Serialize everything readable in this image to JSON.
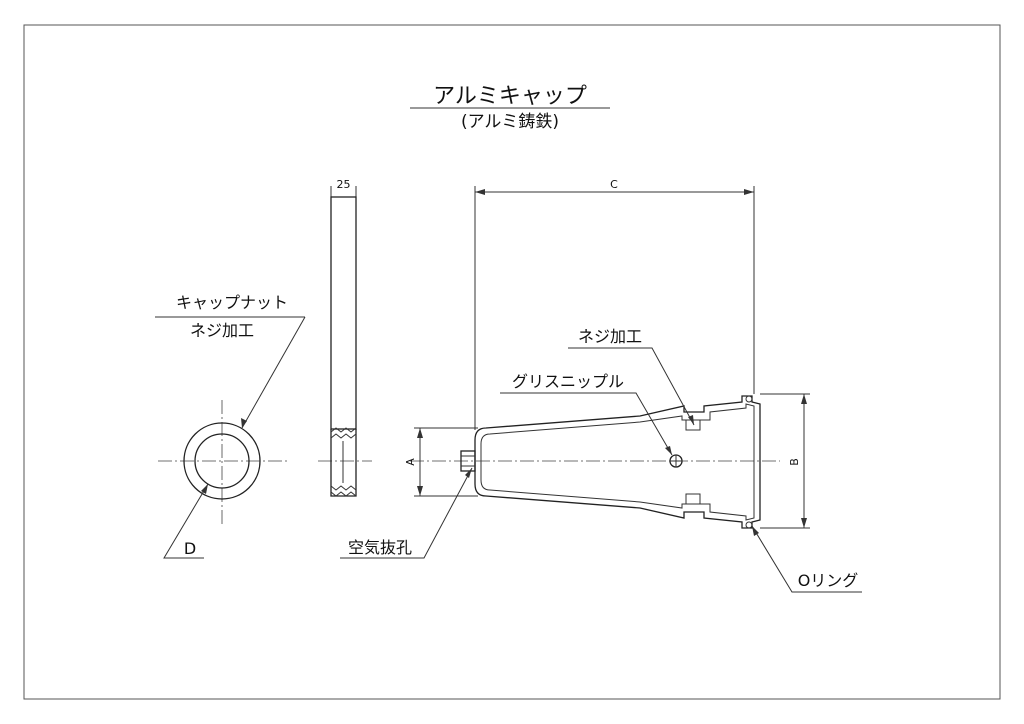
{
  "title": "アルミキャップ",
  "subtitle": "(アルミ鋳鉄)",
  "labels": {
    "cap_nut_thread_line1": "キャップナット",
    "cap_nut_thread_line2": "ネジ加工",
    "thread": "ネジ加工",
    "grease_nipple": "グリスニップル",
    "air_vent": "空気抜孔",
    "o_ring": "Oリング"
  },
  "dimensions": {
    "width": "25",
    "length": "C",
    "inner_diameter": "A",
    "outer_diameter": "B",
    "diameter": "D"
  }
}
